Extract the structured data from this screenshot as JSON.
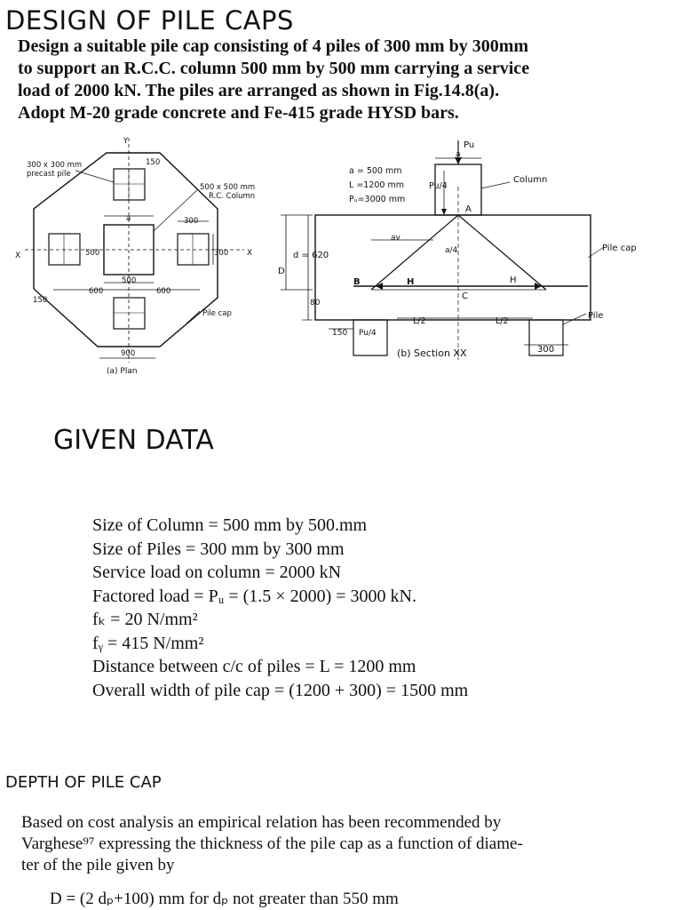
{
  "page_title": "DESIGN OF PILE CAPS",
  "problem_lines": [
    "Design a suitable pile cap consisting of 4 piles of 300 mm by 300mm",
    "to support an R.C.C. column 500 mm by 500 mm carrying a service",
    "load of 2000 kN. The piles are arranged as shown in Fig.14.8(a).",
    "Adopt M-20 grade concrete and Fe-415 grade HYSD bars."
  ],
  "figure": {
    "plan": {
      "pile_label": "300 x 300 mm",
      "pile_label_2": "precast pile",
      "column_label": "500 x 500 mm",
      "column_label_2": "R.C. Column",
      "cap_label": "Pile cap",
      "caption": "(a) Plan",
      "axis_y": "Y",
      "axis_x": "X",
      "dim_150_top": "150",
      "dim_a": "a",
      "dim_300_top": "300",
      "dim_300_right": "300",
      "dim_500_left": "500",
      "dim_500_bottom": "500",
      "dim_600_left": "600",
      "dim_600_right": "600",
      "dim_150_left": "150",
      "dim_900": "900"
    },
    "section": {
      "given_a": "a = 500 mm",
      "given_L": "L =1200 mm",
      "given_Pu": "Pᵤ=3000 mm",
      "pu_top": "Pu",
      "dim_a_top": "a",
      "pu_quarter": "Pu/4",
      "column": "Column",
      "point_A": "A",
      "point_B": "B",
      "point_C": "C",
      "av": "av",
      "a_quarter": "a/4",
      "pile_cap": "Pile cap",
      "depth_d": "d = 620",
      "depth_D": "D",
      "dim_80": "80",
      "H_left": "H",
      "H_right": "H",
      "dim_150": "150",
      "pu4_bottom": "Pu/4",
      "half_L_left": "L/2",
      "half_L_right": "L/2",
      "pile": "Pile",
      "dim_300": "300",
      "caption": "(b) Section XX"
    }
  },
  "given_heading": "GIVEN DATA",
  "given_data": [
    "Size of Column = 500 mm by 500.mm",
    "Size of Piles = 300 mm by 300 mm",
    "Service load on column = 2000 kN",
    "Factored load = Pᵤ = (1.5 × 2000) = 3000 kN.",
    "fₖ = 20 N/mm²",
    "fᵧ = 415 N/mm²",
    "Distance between c/c of piles = L = 1200 mm",
    "Overall width of pile cap = (1200 + 300) = 1500 mm"
  ],
  "depth_heading": "DEPTH OF PILE CAP",
  "depth_paragraph": [
    "Based on cost analysis an empirical relation has been recommended by",
    "Varghese⁹⁷ expressing the thickness of the pile cap as a function of diame-",
    "ter of the pile given by"
  ],
  "depth_formula": "D = (2 dₚ+100) mm for dₚ not greater than 550 mm"
}
